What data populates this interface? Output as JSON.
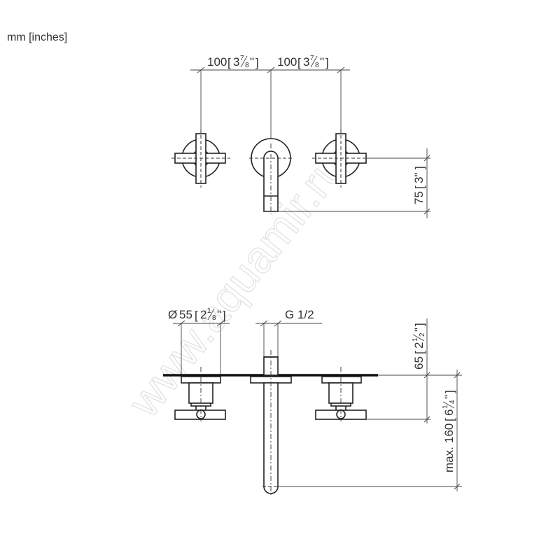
{
  "units_label": "mm [inches]",
  "watermark": "www.aquamir.ru",
  "top_view": {
    "dim_spacing_left": {
      "mm": "100",
      "inch_whole": "3",
      "inch_num": "7",
      "inch_den": "8"
    },
    "dim_spacing_right": {
      "mm": "100",
      "inch_whole": "3",
      "inch_num": "7",
      "inch_den": "8"
    },
    "dim_spout_height": {
      "mm": "75",
      "inch": "3\""
    }
  },
  "side_view": {
    "dim_rosette_diameter": {
      "symbol": "Ø",
      "mm": "55",
      "inch_whole": "2",
      "inch_num": "1",
      "inch_den": "8"
    },
    "dim_thread": {
      "label": "G 1/2"
    },
    "dim_rough_in": {
      "mm": "65",
      "inch_whole": "2",
      "inch_num": "1",
      "inch_den": "2"
    },
    "dim_projection": {
      "prefix": "max.",
      "mm": "160",
      "inch_whole": "6",
      "inch_num": "1",
      "inch_den": "4"
    }
  }
}
